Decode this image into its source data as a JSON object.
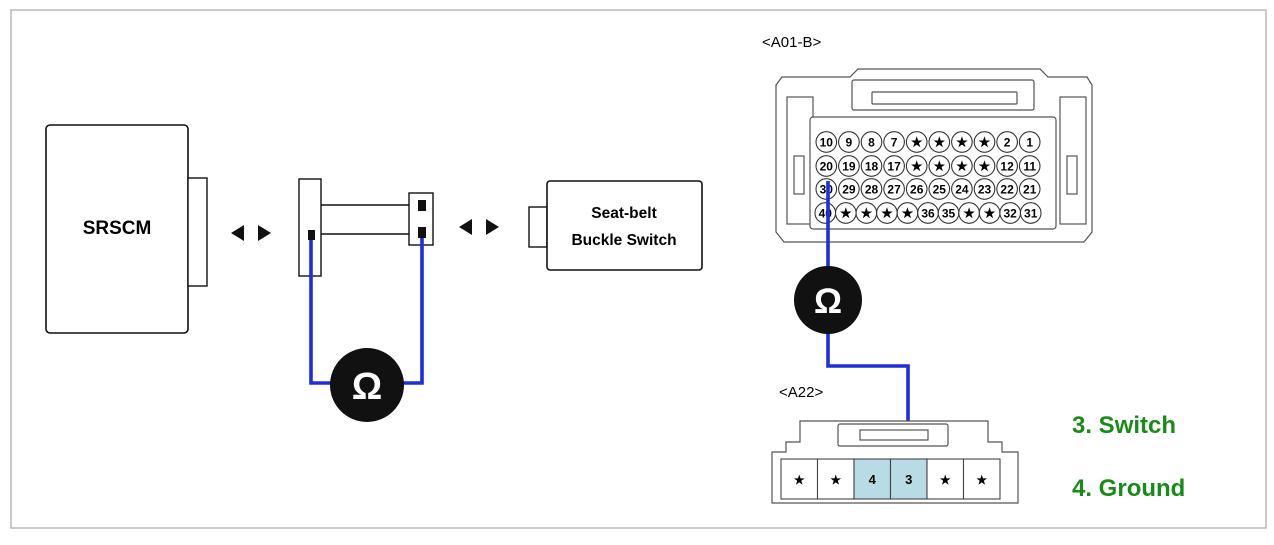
{
  "colors": {
    "wire": "#1f2ed6",
    "legend": "#1a8a1a",
    "highlight_pin": "#b9dbe6",
    "frame": "#b8b8b8"
  },
  "left": {
    "srscm_label": "SRSCM",
    "switch_label_line1": "Seat-belt",
    "switch_label_line2": "Buckle Switch",
    "meter_symbol": "Ω",
    "meter_icon": "ohmmeter-icon",
    "arrow_icon": "double-arrow-icon"
  },
  "a01b": {
    "title": "<A01-B>",
    "rows": [
      [
        "10",
        "9",
        "8",
        "7",
        "★",
        "★",
        "★",
        "★",
        "2",
        "1"
      ],
      [
        "20",
        "19",
        "18",
        "17",
        "★",
        "★",
        "★",
        "★",
        "12",
        "11"
      ],
      [
        "30",
        "29",
        "28",
        "27",
        "26",
        "25",
        "24",
        "23",
        "22",
        "21"
      ],
      [
        "40",
        "★",
        "★",
        "★",
        "★",
        "36",
        "35",
        "★",
        "★",
        "32",
        "31"
      ]
    ],
    "meter_symbol": "Ω"
  },
  "a22": {
    "title": "<A22>",
    "pins": [
      "★",
      "★",
      "4",
      "3",
      "★",
      "★"
    ]
  },
  "legend": {
    "item1": "3. Switch",
    "item2": "4. Ground"
  }
}
